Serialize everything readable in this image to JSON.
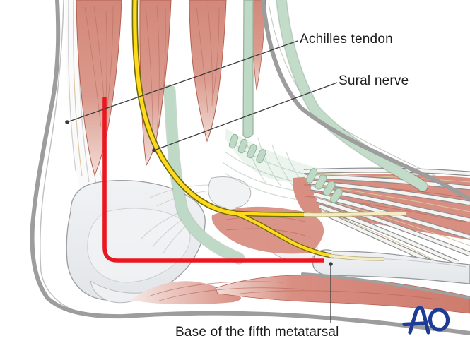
{
  "figure": {
    "type": "anatomical-illustration",
    "subject": "Lateral view of ankle and foot with extensile lateral approach incision",
    "labels": {
      "achilles": "Achilles tendon",
      "sural": "Sural nerve",
      "base5mt": "Base of the fifth metatarsal"
    },
    "logo": {
      "text": "AO",
      "color": "#1e3c96"
    },
    "colors": {
      "incision_red": "#ea1720",
      "nerve_yellow": "#ffd91c",
      "tendon_sheath_green": "#bed9c6",
      "muscle_red": "#d98e82",
      "bone_gray": "#ebedef",
      "outline_gray": "#9d9d9d",
      "leader_line": "#3c3c3c",
      "label_text": "#1b1b1b"
    }
  }
}
